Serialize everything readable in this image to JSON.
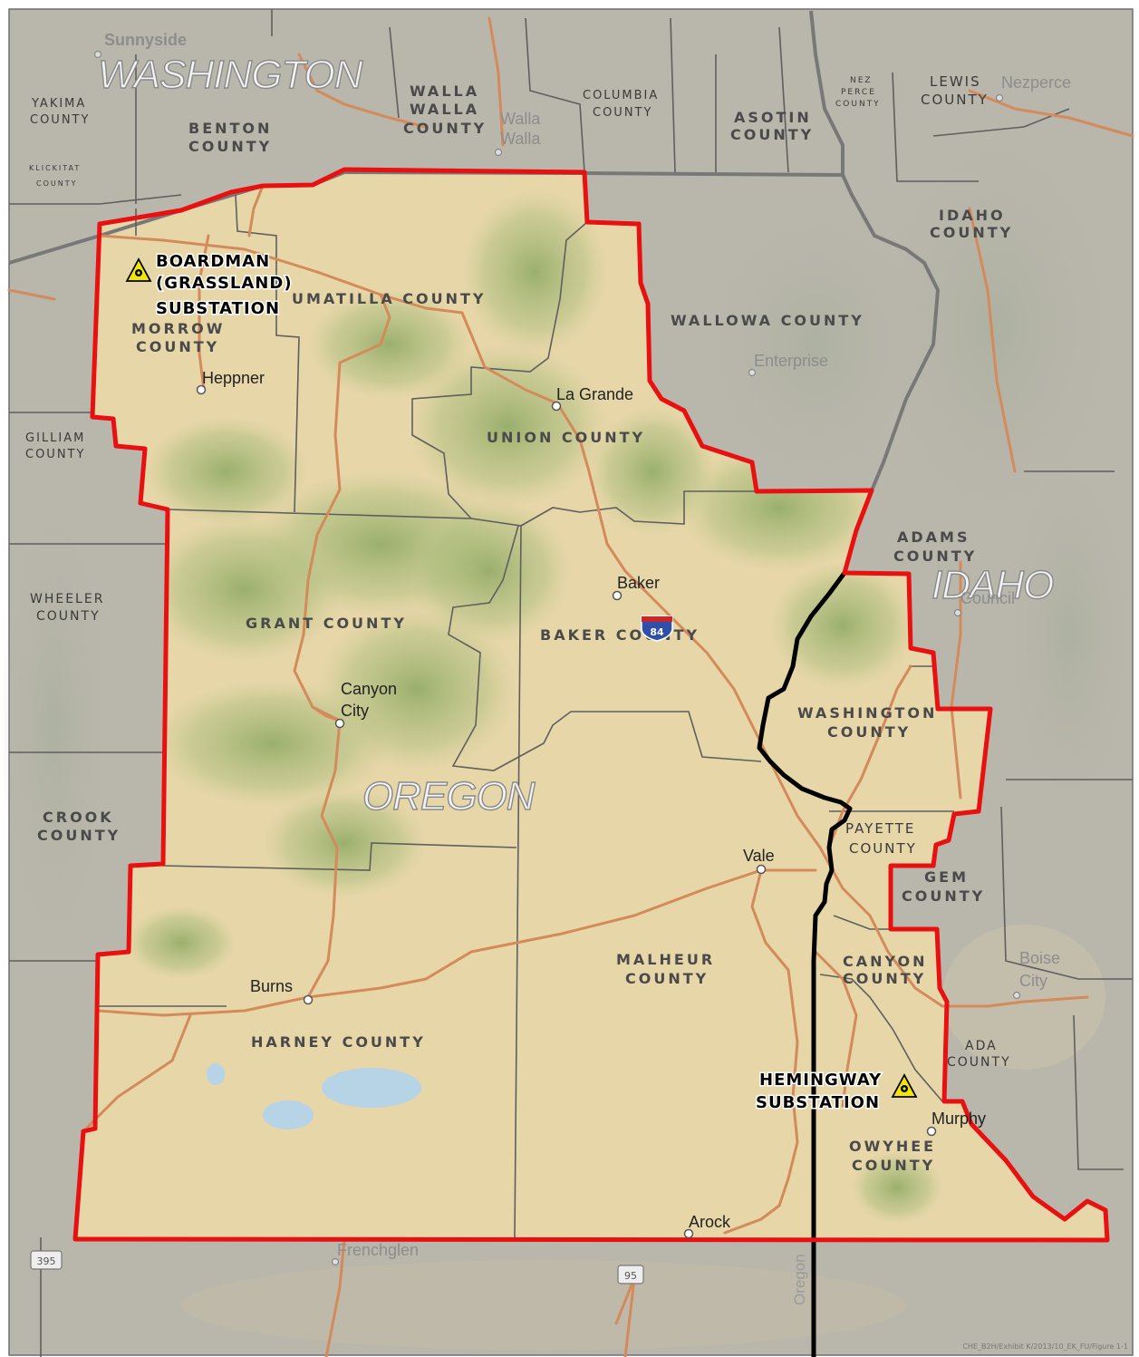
{
  "colors": {
    "project_boundary": "#e81010",
    "state_line": "#787878",
    "county_line": "#5f5f5f",
    "road": "#d48a5a",
    "transmission": "#000000",
    "terrain": "#e6d6a8",
    "forest": "#9bb16e",
    "outside_area": "#b7b4a9",
    "water": "#b7d3e6",
    "substation_marker": "#f0e600"
  },
  "states": [
    {
      "id": "washington",
      "label": "WASHINGTON"
    },
    {
      "id": "oregon",
      "label": "OREGON"
    },
    {
      "id": "idaho",
      "label": "IDAHO"
    }
  ],
  "counties_inside": [
    {
      "id": "morrow",
      "line1": "MORROW",
      "line2": "COUNTY"
    },
    {
      "id": "umatilla",
      "line1": "UMATILLA COUNTY"
    },
    {
      "id": "wallowa",
      "line1": "WALLOWA COUNTY"
    },
    {
      "id": "union",
      "line1": "UNION COUNTY"
    },
    {
      "id": "grant",
      "line1": "GRANT COUNTY"
    },
    {
      "id": "baker",
      "line1": "BAKER COUNTY"
    },
    {
      "id": "washington-id",
      "line1": "WASHINGTON",
      "line2": "COUNTY"
    },
    {
      "id": "payette",
      "line1": "PAYETTE",
      "line2": "COUNTY"
    },
    {
      "id": "gem",
      "line1": "GEM",
      "line2": "COUNTY"
    },
    {
      "id": "malheur",
      "line1": "MALHEUR",
      "line2": "COUNTY"
    },
    {
      "id": "canyon",
      "line1": "CANYON",
      "line2": "COUNTY"
    },
    {
      "id": "harney",
      "line1": "HARNEY COUNTY"
    },
    {
      "id": "ada",
      "line1": "ADA",
      "line2": "COUNTY"
    },
    {
      "id": "owyhee",
      "line1": "OWYHEE",
      "line2": "COUNTY"
    }
  ],
  "counties_outside": [
    {
      "id": "yakima",
      "line1": "YAKIMA",
      "line2": "COUNTY"
    },
    {
      "id": "benton",
      "line1": "BENTON",
      "line2": "COUNTY"
    },
    {
      "id": "walla-walla",
      "line1": "WALLA",
      "line2": "WALLA",
      "line3": "COUNTY"
    },
    {
      "id": "columbia",
      "line1": "COLUMBIA",
      "line2": "COUNTY"
    },
    {
      "id": "asotin",
      "line1": "ASOTIN",
      "line2": "COUNTY"
    },
    {
      "id": "nez-perce",
      "line1": "NEZ",
      "line2": "PERCE",
      "line3": "COUNTY"
    },
    {
      "id": "lewis",
      "line1": "LEWIS",
      "line2": "COUNTY"
    },
    {
      "id": "klickitat",
      "line1": "KLICKITAT",
      "line2": "COUNTY"
    },
    {
      "id": "idaho",
      "line1": "IDAHO",
      "line2": "COUNTY"
    },
    {
      "id": "adams",
      "line1": "ADAMS",
      "line2": "COUNTY"
    },
    {
      "id": "gilliam",
      "line1": "GILLIAM",
      "line2": "COUNTY"
    },
    {
      "id": "wheeler",
      "line1": "WHEELER",
      "line2": "COUNTY"
    },
    {
      "id": "crook",
      "line1": "CROOK",
      "line2": "COUNTY"
    }
  ],
  "cities": [
    {
      "id": "heppner",
      "name": "Heppner"
    },
    {
      "id": "la-grande",
      "name": "La Grande"
    },
    {
      "id": "baker",
      "name": "Baker"
    },
    {
      "id": "canyon-city",
      "name": "Canyon",
      "name2": "City"
    },
    {
      "id": "vale",
      "name": "Vale"
    },
    {
      "id": "burns",
      "name": "Burns"
    },
    {
      "id": "arock",
      "name": "Arock"
    },
    {
      "id": "murphy",
      "name": "Murphy"
    }
  ],
  "cities_outside": [
    {
      "id": "sunnyside",
      "name": "Sunnyside"
    },
    {
      "id": "walla-walla-city",
      "name": "Walla",
      "name2": "Walla"
    },
    {
      "id": "nezperce",
      "name": "Nezperce"
    },
    {
      "id": "enterprise",
      "name": "Enterprise"
    },
    {
      "id": "council",
      "name": "Council"
    },
    {
      "id": "boise",
      "name": "Boise",
      "name2": "City"
    },
    {
      "id": "frenchglen",
      "name": "Frenchglen"
    }
  ],
  "substations": [
    {
      "id": "boardman",
      "line1": "BOARDMAN",
      "line2": "(GRASSLAND)",
      "line3": "SUBSTATION"
    },
    {
      "id": "hemingway",
      "line1": "HEMINGWAY",
      "line2": "SUBSTATION"
    }
  ],
  "shields": {
    "interstate": "84",
    "us395": "395",
    "us95": "95"
  },
  "road_label": "Oregon",
  "credit": "CHE_B2H/Exhibit K/2013/10_EK_FU/Figure 1-1"
}
